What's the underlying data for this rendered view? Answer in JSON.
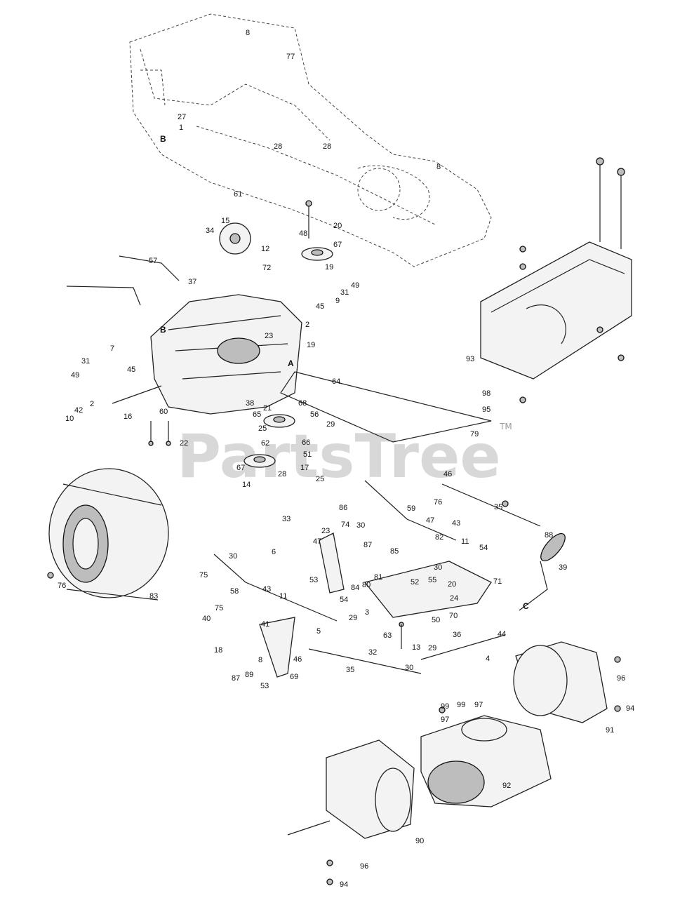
{
  "watermark": {
    "text": "PartsTree",
    "trademark": "TM"
  },
  "reference_letters": [
    "B",
    "B",
    "A",
    "C"
  ],
  "callouts": [
    "77",
    "8",
    "27",
    "1",
    "28",
    "28",
    "8",
    "61",
    "15",
    "34",
    "12",
    "48",
    "20",
    "67",
    "19",
    "57",
    "37",
    "72",
    "31",
    "49",
    "45",
    "9",
    "2",
    "23",
    "19",
    "7",
    "31",
    "45",
    "49",
    "2",
    "42",
    "10",
    "16",
    "60",
    "22",
    "64",
    "38",
    "21",
    "68",
    "65",
    "56",
    "29",
    "25",
    "62",
    "66",
    "51",
    "67",
    "28",
    "17",
    "14",
    "25",
    "93",
    "98",
    "95",
    "79",
    "46",
    "33",
    "86",
    "74",
    "59",
    "30",
    "76",
    "43",
    "47",
    "82",
    "11",
    "35",
    "88",
    "39",
    "23",
    "6",
    "47",
    "53",
    "87",
    "85",
    "81",
    "80",
    "84",
    "52",
    "55",
    "30",
    "54",
    "71",
    "75",
    "30",
    "43",
    "11",
    "58",
    "54",
    "20",
    "24",
    "70",
    "63",
    "29",
    "3",
    "50",
    "36",
    "75",
    "40",
    "18",
    "41",
    "5",
    "32",
    "46",
    "8",
    "89",
    "87",
    "69",
    "53",
    "35",
    "30",
    "29",
    "4",
    "44",
    "13",
    "96",
    "94",
    "91",
    "99",
    "99",
    "97",
    "97",
    "92",
    "90",
    "96",
    "94",
    "76",
    "83"
  ]
}
